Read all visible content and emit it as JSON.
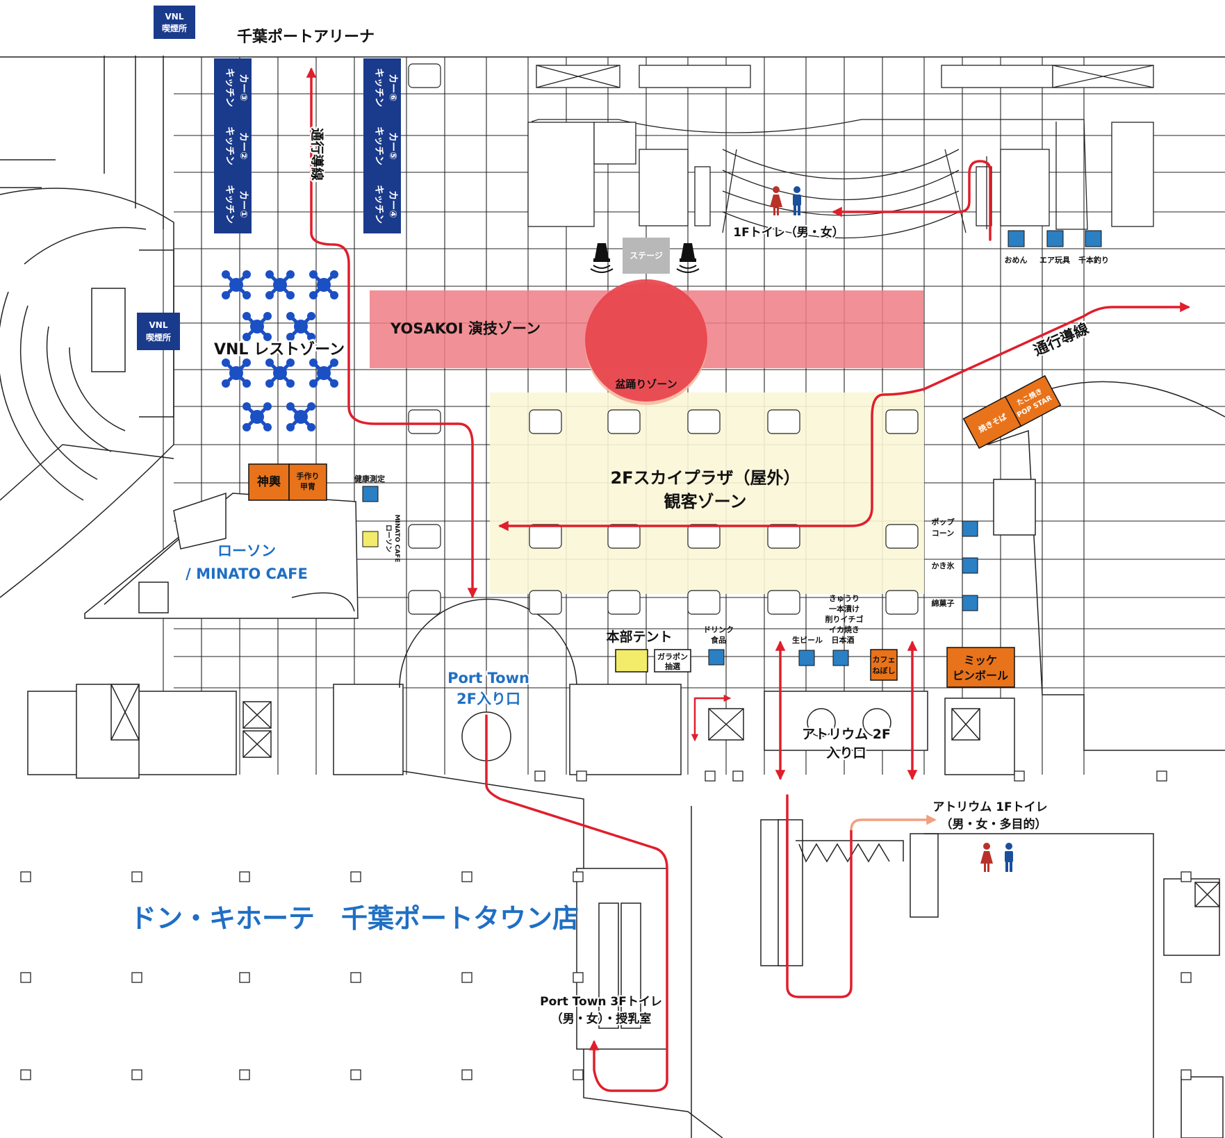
{
  "header": {
    "arena_title": "千葉ポートアリーナ",
    "vnl_smoking_top": [
      "VNL",
      "喫煙所"
    ]
  },
  "kitchen_cars": [
    {
      "lines": [
        "キッチン",
        "カー③"
      ]
    },
    {
      "lines": [
        "キッチン",
        "カー②"
      ]
    },
    {
      "lines": [
        "キッチン",
        "カー①"
      ]
    },
    {
      "lines": [
        "キッチン",
        "カー⑥"
      ]
    },
    {
      "lines": [
        "キッチン",
        "カー⑤"
      ]
    },
    {
      "lines": [
        "キッチン",
        "カー④"
      ]
    }
  ],
  "routes": {
    "left_route_label": "通行導線",
    "right_route_label": "通行導線"
  },
  "zones": {
    "vnl_rest": "VNL レストゾーン",
    "vnl_smoking_mid": [
      "VNL",
      "喫煙所"
    ],
    "yosakoi": "YOSAKOI 演技ゾーン",
    "bon_odori": "盆踊りゾーン",
    "sky_plaza_line1": "2Fスカイプラザ（屋外）",
    "sky_plaza_line2": "観客ゾーン",
    "stage": "ステージ"
  },
  "toilets": {
    "toilet_1f": "1Fトイレ（男・女）",
    "atrium_toilet_line1": "アトリウム 1Fトイレ",
    "atrium_toilet_line2": "（男・女・多目的）",
    "porttown_toilet_line1": "Port Town 3Fトイレ",
    "porttown_toilet_line2": "（男・女）・授乳室"
  },
  "booths": {
    "omen": "おめん",
    "air_toy": "エア玩具",
    "senbon": "千本釣り",
    "mikoshi": "神輿",
    "kabuto": [
      "手作り",
      "甲冑"
    ],
    "health": "健康測定",
    "lawson_mini": [
      "ローソン",
      "MINATO CAFE"
    ],
    "popcorn": [
      "ポップ",
      "コーン"
    ],
    "kakigori": "かき氷",
    "wataame": "綿菓子",
    "kyuuri": [
      "きゅうり",
      "一本漬け",
      "削りイチゴ",
      "イカ焼き",
      "日本酒"
    ],
    "beer": "生ビール",
    "drink": [
      "ドリンク",
      "食品"
    ],
    "cafe": [
      "カフェ",
      "ねぼし"
    ],
    "garapon": [
      "ガラポン",
      "抽選"
    ],
    "hq_tent": "本部テント",
    "mikke": [
      "ミッケ",
      "ピンボール"
    ],
    "takoyaki": [
      "たこ焼き",
      "POP STAR"
    ],
    "yakisoba": "焼きそば"
  },
  "places": {
    "lawson_line1": "ローソン",
    "lawson_line2": "/ MINATO CAFE",
    "porttown_entry_line1": "Port Town",
    "porttown_entry_line2": "2F入り口",
    "atrium_entry_line1": "アトリウム 2F",
    "atrium_entry_line2": "入り口",
    "donki": "ドン・キホーテ　千葉ポートタウン店"
  },
  "colors": {
    "navy": "#1a3a8c",
    "booth_blue": "#2b7fc3",
    "orange": "#e8731a",
    "yellow": "#f3ec6a",
    "route_red": "#e01e2c",
    "route_salmon": "#f0a080",
    "yosakoi_pink": "#ee7d84",
    "bon_red": "#e8404a",
    "plaza_cream": "#fbf6d6",
    "text_blue": "#1f6fc4",
    "stage_gray": "#b8b8b8",
    "toilet_female": "#b8322a",
    "toilet_male": "#1b4f9c"
  }
}
